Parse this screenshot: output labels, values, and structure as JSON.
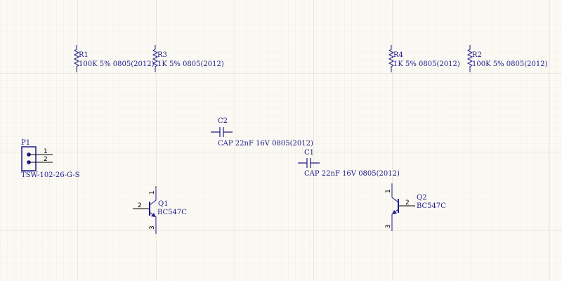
{
  "colors": {
    "background": "#fbf9f3",
    "grid_minor": "#efeadf",
    "grid_major": "#dcd6c8",
    "component": "#1c1c8c",
    "pin_number": "#000000",
    "wire": "#000000"
  },
  "components": {
    "R1": {
      "designator": "R1",
      "value": "100K 5% 0805(2012)"
    },
    "R3": {
      "designator": "R3",
      "value": "1K 5% 0805(2012)"
    },
    "R4": {
      "designator": "R4",
      "value": "1K 5% 0805(2012)"
    },
    "R2": {
      "designator": "R2",
      "value": "100K 5% 0805(2012)"
    },
    "C2": {
      "designator": "C2",
      "value": "CAP 22nF 16V 0805(2012)"
    },
    "C1": {
      "designator": "C1",
      "value": "CAP 22nF 16V 0805(2012)"
    },
    "P1": {
      "designator": "P1",
      "value": "TSW-102-26-G-S",
      "pin1": "1",
      "pin2": "2"
    },
    "Q1": {
      "designator": "Q1",
      "value": "BC547C",
      "pin_b": "2",
      "pin_c": "1",
      "pin_e": "3"
    },
    "Q2": {
      "designator": "Q2",
      "value": "BC547C",
      "pin_b": "2",
      "pin_c": "1",
      "pin_e": "3"
    }
  }
}
